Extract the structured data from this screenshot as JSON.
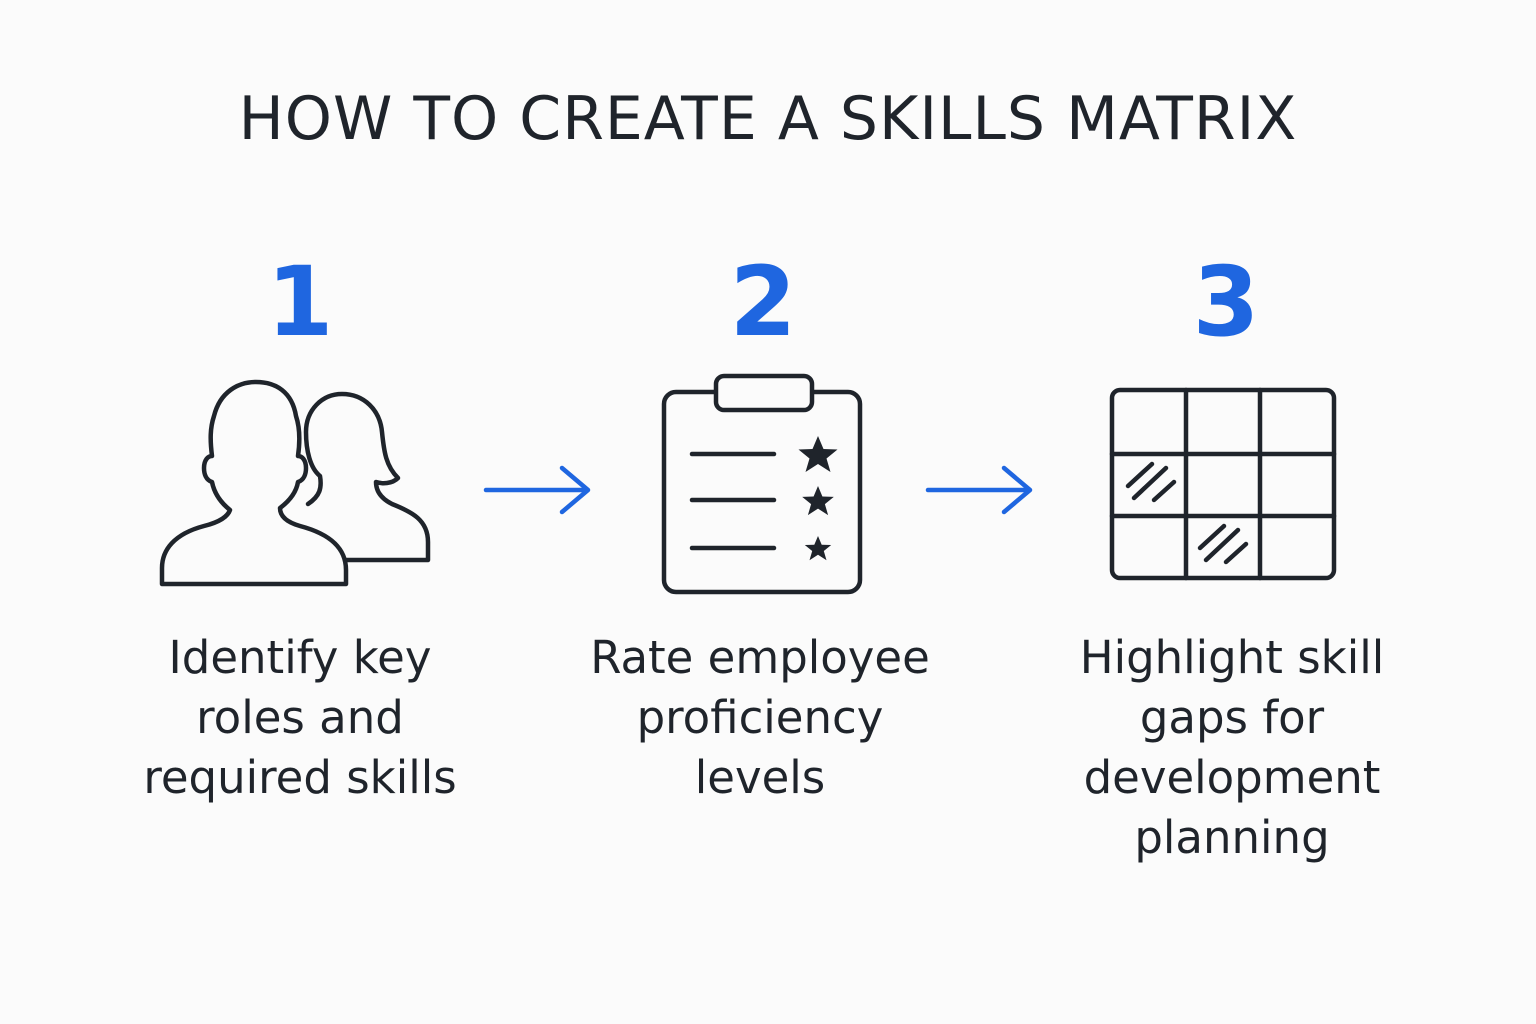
{
  "title": "HOW TO CREATE A SKILLS MATRIX",
  "colors": {
    "accent": "#1f66e0",
    "ink": "#1f242b",
    "background": "#fbfbfb"
  },
  "steps": [
    {
      "number": "1",
      "icon": "two-people-icon",
      "caption": "Identify key\nroles and\nrequired skills"
    },
    {
      "number": "2",
      "icon": "clipboard-rating-icon",
      "caption": "Rate employee\nproficiency\nlevels"
    },
    {
      "number": "3",
      "icon": "grid-matrix-icon",
      "caption": "Highlight skill\ngaps for\ndevelopment\nplanning"
    }
  ],
  "connectors": [
    "right-arrow-icon",
    "right-arrow-icon"
  ]
}
